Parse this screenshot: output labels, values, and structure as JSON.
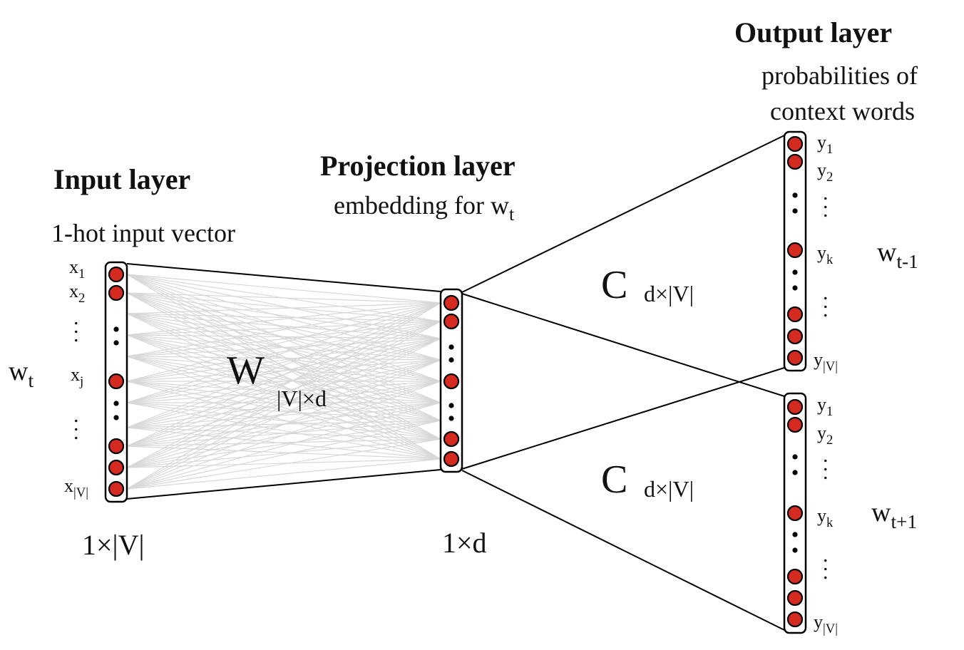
{
  "input": {
    "title": "Input layer",
    "subtitle": "1-hot input vector",
    "word": "w",
    "word_sub": "t",
    "x_labels": [
      {
        "base": "x",
        "sub": "1"
      },
      {
        "base": "x",
        "sub": "2"
      },
      {
        "base": "x",
        "sub": "j"
      },
      {
        "base": "x",
        "sub": "|V|"
      }
    ],
    "dim": "1×|V|"
  },
  "weights": {
    "W": "W",
    "W_sub": "|V|×d",
    "C": "C",
    "C_sub": "d×|V|"
  },
  "projection": {
    "title": "Projection layer",
    "subtitle": "embedding for w",
    "subtitle_sub": "t",
    "dim": "1×d"
  },
  "output": {
    "title": "Output layer",
    "subtitle_line1": "probabilities of",
    "subtitle_line2": "context words",
    "top_word": "w",
    "top_word_sub": "t-1",
    "bottom_word": "w",
    "bottom_word_sub": "t+1",
    "y_labels": [
      {
        "base": "y",
        "sub": "1"
      },
      {
        "base": "y",
        "sub": "2"
      },
      {
        "base": "y",
        "sub": "k"
      },
      {
        "base": "y",
        "sub": "|V|"
      }
    ]
  },
  "colors": {
    "node_fill": "#d42a20",
    "node_stroke": "#000000",
    "line": "#000000",
    "faint_line": "#d8d8d8"
  }
}
